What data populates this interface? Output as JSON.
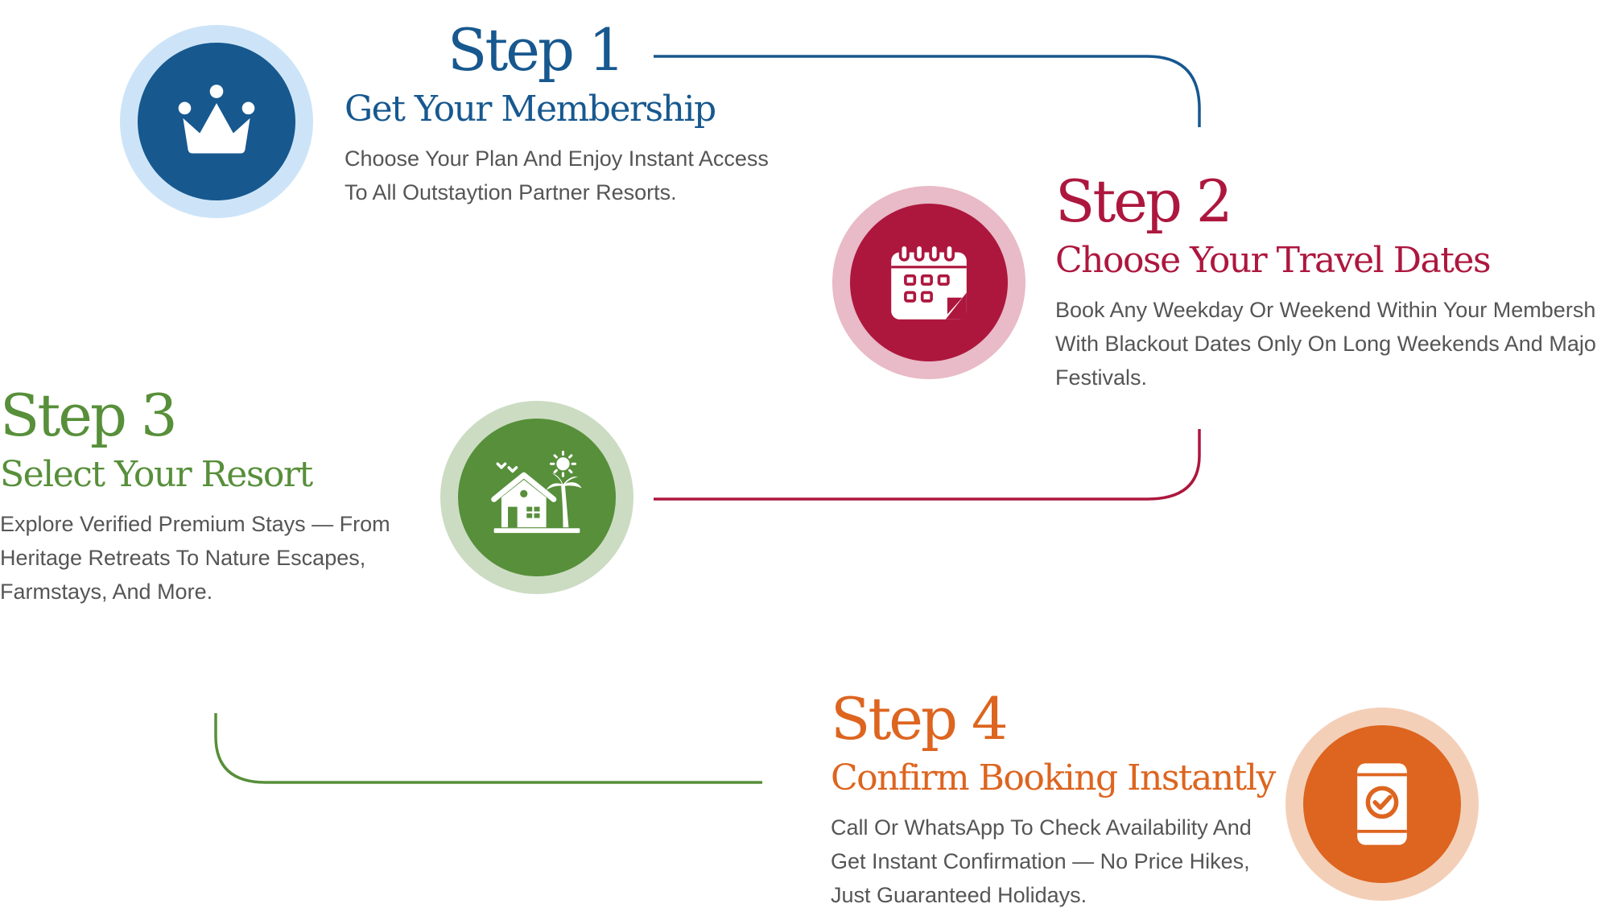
{
  "colors": {
    "step1": "#17588f",
    "step1_ring": "#cde4f8",
    "step2": "#ad173e",
    "step2_ring": "#e9bac7",
    "step3": "#578f3a",
    "step3_ring": "#ccdcc3",
    "step4": "#dd6520",
    "step4_ring": "#f4cfb8",
    "text": "#555555"
  },
  "steps": [
    {
      "label": "Step 1",
      "title": "Get Your Membership",
      "description_lines": [
        "Choose Your Plan And Enjoy Instant Access",
        "To All Outstaytion Partner Resorts."
      ],
      "icon": "crown-icon"
    },
    {
      "label": "Step 2",
      "title": "Choose Your Travel Dates",
      "description_lines": [
        "Book Any Weekday Or Weekend Within Your Membership,",
        "With Blackout Dates Only On Long Weekends And Major",
        "Festivals."
      ],
      "icon": "calendar-icon"
    },
    {
      "label": "Step 3",
      "title": "Select Your Resort",
      "description_lines": [
        "Explore Verified Premium Stays — From",
        "Heritage Retreats To Nature Escapes,",
        "Farmstays, And More."
      ],
      "icon": "resort-house-icon"
    },
    {
      "label": "Step 4",
      "title": "Confirm Booking Instantly",
      "description_lines": [
        "Call Or WhatsApp To Check Availability And",
        "Get Instant Confirmation — No Price Hikes,",
        "Just Guaranteed Holidays."
      ],
      "icon": "phone-check-icon"
    }
  ]
}
